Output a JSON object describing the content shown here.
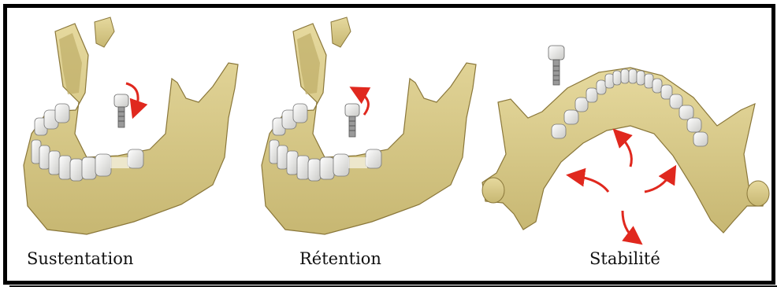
{
  "panels": [
    {
      "caption": "Sustentation",
      "arrow": "rotate-down-arrow"
    },
    {
      "caption": "Rétention",
      "arrow": "rotate-up-arrow"
    },
    {
      "caption": "Stabilité",
      "arrow": "radial-arrows"
    }
  ],
  "colors": {
    "bone": "#d8c98a",
    "bone_dark": "#a08c4a",
    "tooth": "#f2f2f0",
    "arrow": "#e0281e",
    "frame": "#000000"
  }
}
